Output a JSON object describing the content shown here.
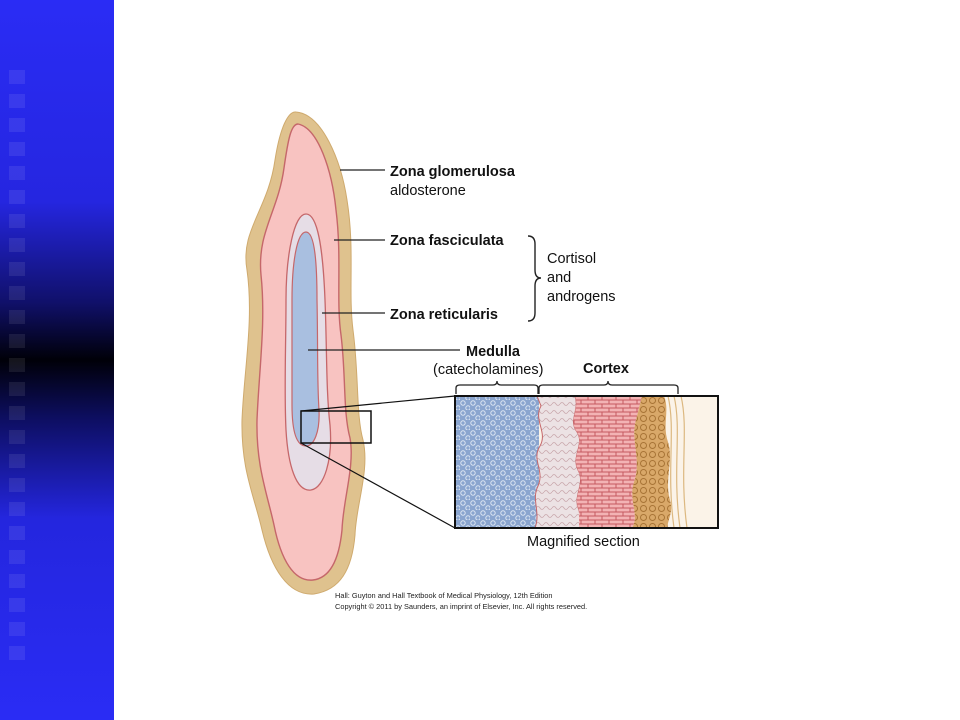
{
  "diagram": {
    "labels": {
      "zona_glomerulosa": "Zona glomerulosa",
      "aldosterone": "aldosterone",
      "zona_fasciculata": "Zona fasciculata",
      "zona_reticularis": "Zona reticularis",
      "cortisol": "Cortisol",
      "and": "and",
      "androgens": "androgens",
      "medulla": "Medulla",
      "catecholamines": "(catecholamines)",
      "cortex": "Cortex",
      "magnified_section": "Magnified section"
    },
    "credit": {
      "line1": "Hall: Guyton and Hall Textbook of Medical Physiology, 12th Edition",
      "line2": "Copyright © 2011 by Saunders, an imprint of Elsevier, Inc. All rights reserved."
    },
    "colors": {
      "capsule": "#dfc28e",
      "cortex_outer": "#f8c3c1",
      "reticularis": "#e6dde6",
      "medulla": "#a9bfe0",
      "line": "#c5676a",
      "band": "#2a2cf5"
    }
  }
}
